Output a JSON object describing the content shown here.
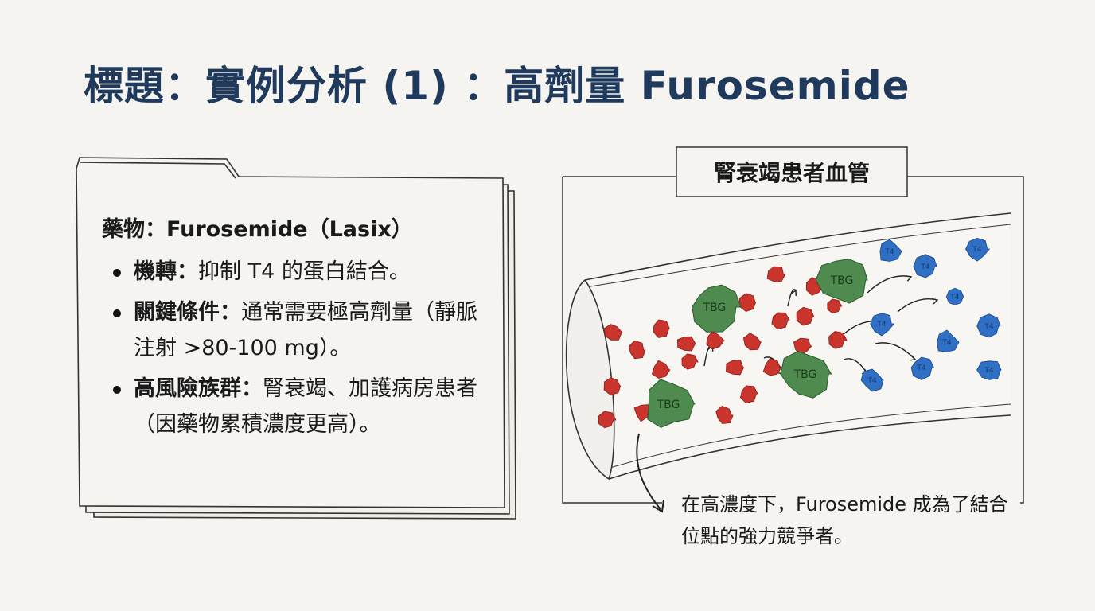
{
  "title": "標題：實例分析 (1) ：高劑量 Furosemide",
  "panel": {
    "heading": "藥物：Furosemide（Lasix）",
    "items": [
      {
        "label": "機轉：",
        "text": "抑制 T4 的蛋白結合。"
      },
      {
        "label": "關鍵條件：",
        "text": "通常需要極高劑量（靜脈注射 >80-100 mg）。"
      },
      {
        "label": "高風險族群：",
        "text": "腎衰竭、加護病房患者（因藥物累積濃度更高）。"
      }
    ]
  },
  "diagram": {
    "label": "腎衰竭患者血管",
    "tbg_label": "TBG",
    "t4_label": "T4",
    "caption": "在高濃度下，Furosemide 成為了結合位點的強力競爭者。",
    "colors": {
      "drug": "#c9342c",
      "tbg": "#4f8a4f",
      "t4": "#2f6fc4"
    }
  }
}
